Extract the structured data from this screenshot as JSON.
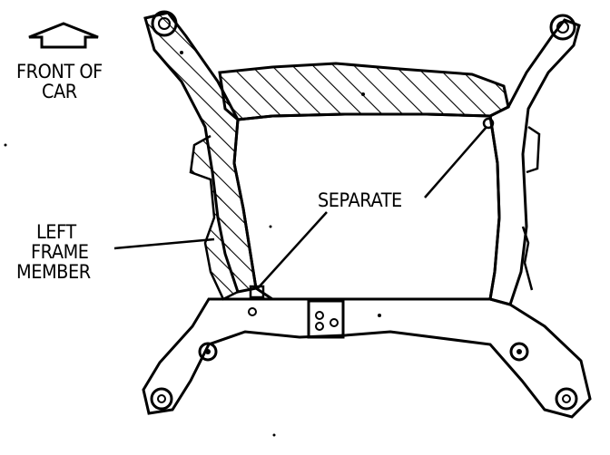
{
  "diagram": {
    "labels": {
      "front_line1": "FRONT OF",
      "front_line2": "CAR",
      "separate": "SEPARATE",
      "left_line1": "LEFT",
      "left_line2": "FRAME",
      "left_line3": "MEMBER"
    },
    "icons": [
      "up-arrow-icon"
    ],
    "colors": {
      "ink": "#000000",
      "background": "#ffffff"
    }
  }
}
